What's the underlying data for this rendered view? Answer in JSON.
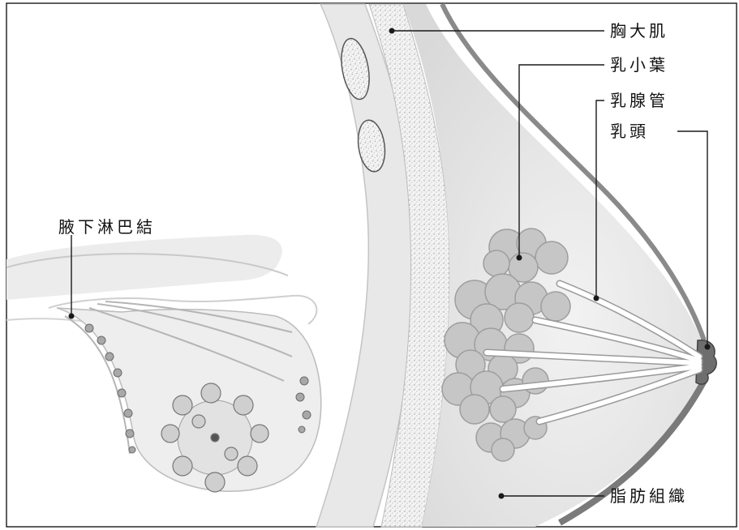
{
  "labels": {
    "pectoralis_major": "胸大肌",
    "lobules": "乳小葉",
    "lactiferous_duct": "乳腺管",
    "nipple": "乳頭",
    "axillary_lymph_nodes": "腋下淋巴結",
    "fatty_tissue": "脂肪組織"
  },
  "colors": {
    "line": "#1a1a1a",
    "breast_fill": "#e6e6e6",
    "skin_shadow": "#8a8a8a",
    "muscle_speckle": "#bdbdbd",
    "lobule_fill": "#c8c8c8",
    "duct_fill": "#ffffff"
  }
}
